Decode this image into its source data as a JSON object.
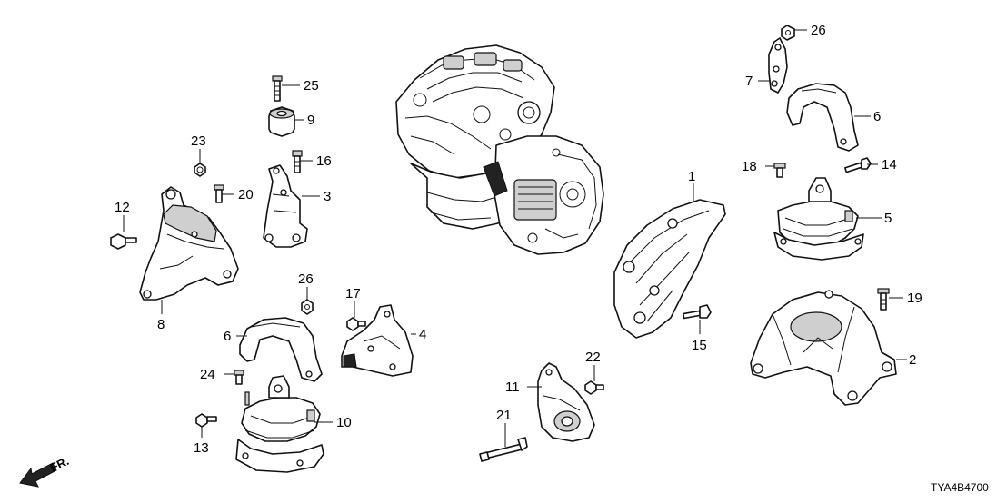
{
  "diagram": {
    "code": "TYA4B4700",
    "direction_label": "FR.",
    "callouts": {
      "c1": "1",
      "c2": "2",
      "c3": "3",
      "c4": "4",
      "c5": "5",
      "c6a": "6",
      "c6b": "6",
      "c7": "7",
      "c8": "8",
      "c9": "9",
      "c10": "10",
      "c11": "11",
      "c12": "12",
      "c13": "13",
      "c14": "14",
      "c15": "15",
      "c16": "16",
      "c17": "17",
      "c18": "18",
      "c19": "19",
      "c20": "20",
      "c21": "21",
      "c22": "22",
      "c23": "23",
      "c24": "24",
      "c25": "25",
      "c26a": "26",
      "c26b": "26"
    }
  }
}
